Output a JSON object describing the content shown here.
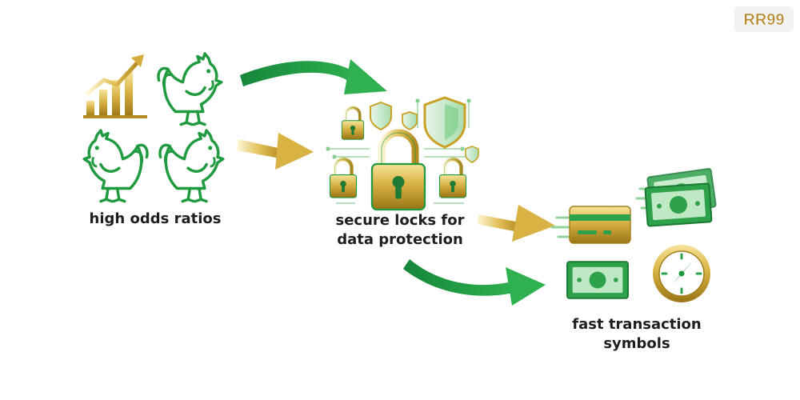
{
  "logo": {
    "text": "RR99"
  },
  "labels": {
    "odds": "high odds ratios",
    "security": [
      "secure locks for",
      "data protection"
    ],
    "transaction": [
      "fast transaction",
      "symbols"
    ]
  },
  "colors": {
    "green": "#1f9a3e",
    "green_light": "#7fd08c",
    "gold": "#c9a227",
    "gold_light": "#f3dd8a",
    "gold_dark": "#9a7414",
    "text": "#1e1e1e"
  },
  "icons": [
    "growth-chart-icon",
    "rooster-icon",
    "padlock-icon",
    "shield-icon",
    "credit-card-icon",
    "banknote-icon",
    "stopwatch-icon",
    "arrow-icon"
  ]
}
